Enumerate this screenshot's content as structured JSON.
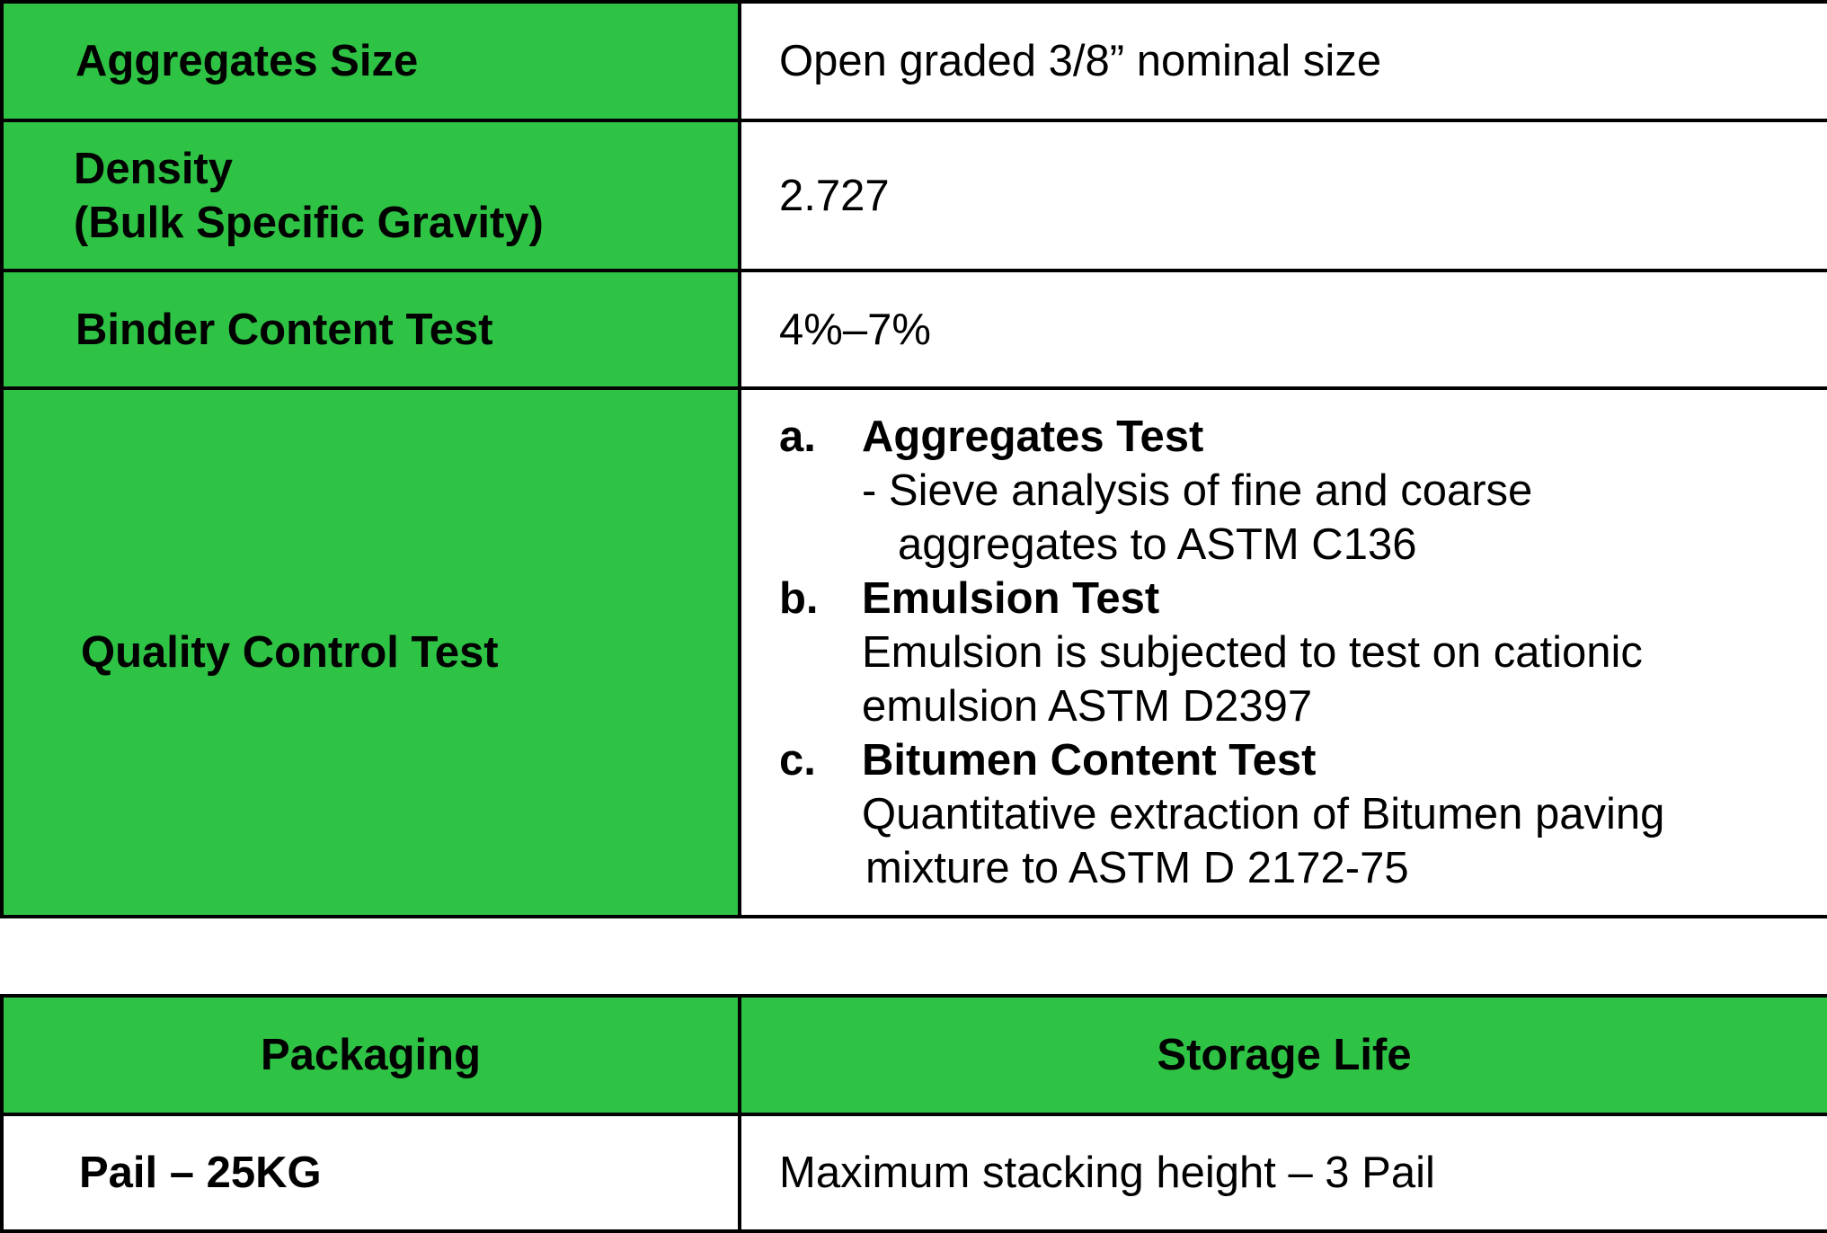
{
  "spec_table": {
    "rows": [
      {
        "label": "Aggregates Size",
        "value": "Open graded 3/8” nominal size"
      },
      {
        "label_line1": "Density",
        "label_line2": "(Bulk Specific Gravity)",
        "value": "2.727"
      },
      {
        "label": "Binder Content Test",
        "value": "4%–7%"
      },
      {
        "label": "Quality Control Test",
        "items": [
          {
            "letter": "a.",
            "title": "Aggregates Test",
            "desc_line1": "- Sieve analysis of fine and coarse",
            "desc_line2": "aggregates to ASTM C136"
          },
          {
            "letter": "b.",
            "title": "Emulsion Test",
            "desc_line1": "Emulsion is subjected to test on cationic",
            "desc_line2": "emulsion ASTM D2397"
          },
          {
            "letter": "c.",
            "title": "Bitumen Content Test",
            "desc_line1": "Quantitative extraction of Bitumen paving",
            "desc_line2": "mixture to ASTM D 2172-75"
          }
        ]
      }
    ]
  },
  "packaging_table": {
    "headers": [
      "Packaging",
      "Storage Life"
    ],
    "values": [
      "Pail – 25KG",
      "Maximum stacking height – 3 Pail"
    ]
  },
  "colors": {
    "header_green": "#2ec344",
    "border": "#000000"
  }
}
